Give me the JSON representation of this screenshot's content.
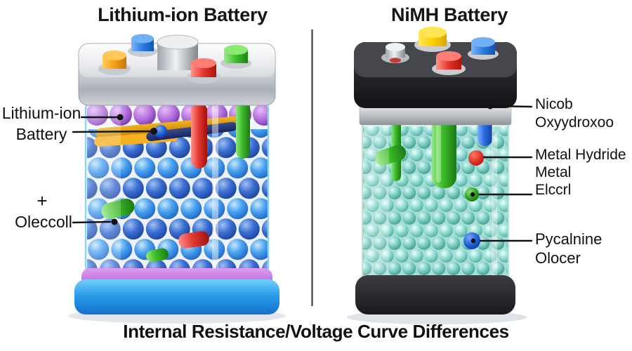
{
  "titles": {
    "left": "Lithium-ion Battery",
    "right": "NiMH Battery"
  },
  "caption": "Internal Resistance/Voltage Curve Differences",
  "callouts": {
    "li_part": {
      "line1": "Lithium-ion",
      "line2": "Battery"
    },
    "li_electrolyte": {
      "plus": "+",
      "name": "Oleccoll"
    },
    "nimh_nickel": {
      "line1": "Nicob",
      "line2": "Oxyydroxoo"
    },
    "nimh_hydride": {
      "line1": "Metal Hydride",
      "line2": "Metal",
      "line3": "Elccrl"
    },
    "nimh_separator": {
      "line1": "Pycalnine",
      "line2": "Olocer"
    }
  },
  "colors": {
    "background": "#ffffff",
    "text": "#141414",
    "divider": "#3f3f3f",
    "li_sphere_light": "#4aa3f0",
    "li_sphere_dark": "#3b6ed2",
    "li_base_blue": "#2b9de8",
    "li_rim_purple": "#b05fd4",
    "nimh_sphere_teal": "#8fdcd2",
    "nimh_case_black": "#232327",
    "marker_red": "#e03028",
    "marker_green": "#2f9e25",
    "marker_blue": "#1a5fd6"
  }
}
